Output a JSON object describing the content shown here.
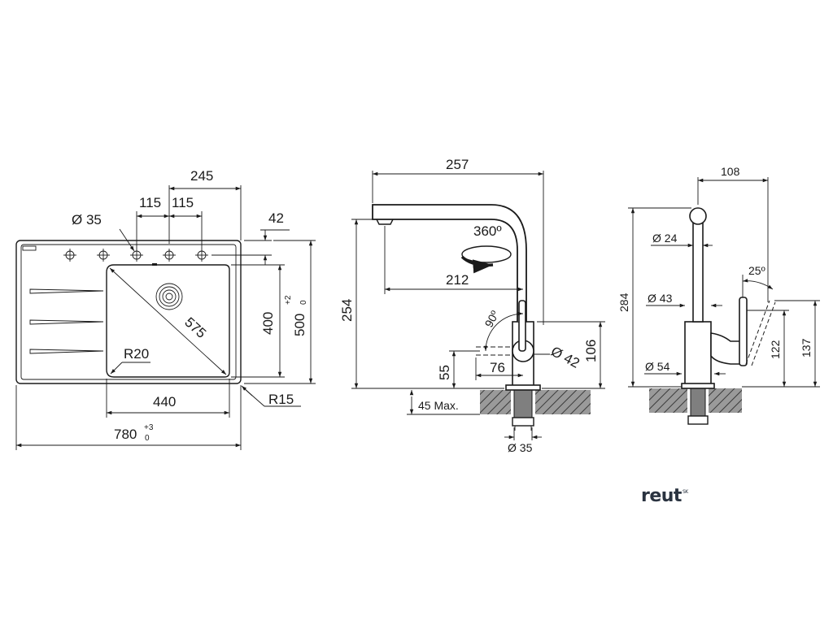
{
  "sink": {
    "dim_245": "245",
    "dim_115_a": "115",
    "dim_115_b": "115",
    "dim_42": "42",
    "dia_35": "Ø 35",
    "dim_575": "575",
    "dim_400": "400",
    "dim_500": "500",
    "dim_500_tol_plus": "+2",
    "dim_500_tol_zero": "0",
    "r20": "R20",
    "dim_440": "440",
    "r15": "R15",
    "dim_780": "780",
    "dim_780_tol_plus": "+3",
    "dim_780_tol_zero": "0"
  },
  "faucet_side": {
    "dim_257": "257",
    "rot_360": "360º",
    "dim_212": "212",
    "dim_254": "254",
    "ang_90": "90º",
    "dia_42": "Ø 42",
    "dim_106": "106",
    "dim_55": "55",
    "dim_76": "76",
    "max_45": "45 Max.",
    "dia_35": "Ø 35"
  },
  "faucet_front": {
    "dim_108": "108",
    "dia_24": "Ø 24",
    "ang_25": "25º",
    "dim_284": "284",
    "dia_43": "Ø 43",
    "dim_122": "122",
    "dim_137": "137",
    "dia_54": "Ø 54"
  },
  "logo": {
    "text": "reut",
    "sup": "SK",
    "color": "#2a3340"
  },
  "colors": {
    "line": "#1a1a1a",
    "background": "#ffffff"
  }
}
